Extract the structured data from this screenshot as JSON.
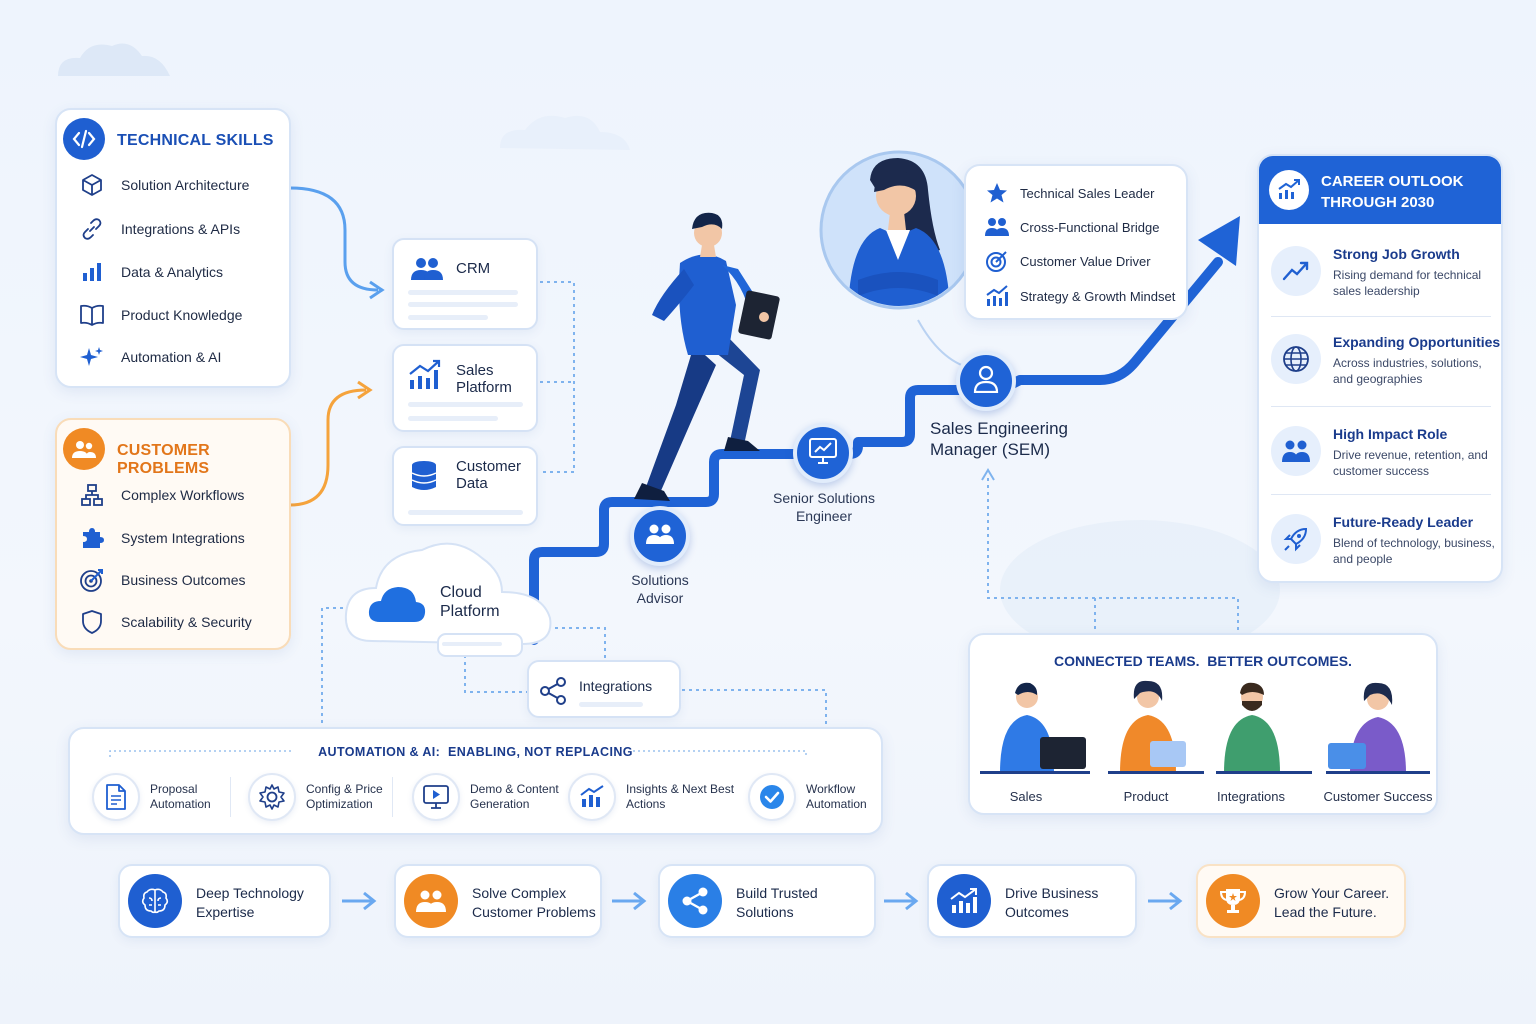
{
  "technical_skills": {
    "title": "TECHNICAL SKILLS",
    "items": [
      {
        "label": "Solution Architecture",
        "icon": "cube-icon"
      },
      {
        "label": "Integrations & APIs",
        "icon": "link-icon"
      },
      {
        "label": "Data & Analytics",
        "icon": "bar-chart-icon"
      },
      {
        "label": "Product Knowledge",
        "icon": "book-icon"
      },
      {
        "label": "Automation & AI",
        "icon": "sparkle-icon"
      }
    ]
  },
  "customer_problems": {
    "title": "CUSTOMER PROBLEMS",
    "items": [
      {
        "label": "Complex Workflows",
        "icon": "workflow-icon"
      },
      {
        "label": "System Integrations",
        "icon": "puzzle-icon"
      },
      {
        "label": "Business Outcomes",
        "icon": "target-icon"
      },
      {
        "label": "Scalability & Security",
        "icon": "shield-icon"
      }
    ]
  },
  "platforms": {
    "crm": "CRM",
    "sales_platform": "Sales\nPlatform",
    "customer_data": "Customer\nData",
    "cloud_platform": "Cloud\nPlatform",
    "integrations": "Integrations"
  },
  "career_path": {
    "step1": "Solutions\nAdvisor",
    "step2": "Senior Solutions\nEngineer",
    "step3": "Sales Engineering\nManager (SEM)"
  },
  "role_attributes": [
    {
      "label": "Technical Sales Leader",
      "icon": "star-icon"
    },
    {
      "label": "Cross-Functional Bridge",
      "icon": "people-icon"
    },
    {
      "label": "Customer Value Driver",
      "icon": "target-icon"
    },
    {
      "label": "Strategy & Growth Mindset",
      "icon": "growth-chart-icon"
    }
  ],
  "career_outlook": {
    "title": "CAREER OUTLOOK\nTHROUGH 2030",
    "items": [
      {
        "title": "Strong Job Growth",
        "desc": "Rising demand for technical sales leadership",
        "icon": "trend-up-icon"
      },
      {
        "title": "Expanding Opportunities",
        "desc": "Across industries, solutions, and geographies",
        "icon": "globe-icon"
      },
      {
        "title": "High Impact Role",
        "desc": "Drive revenue, retention, and customer success",
        "icon": "team-icon"
      },
      {
        "title": "Future-Ready Leader",
        "desc": "Blend of technology, business, and people",
        "icon": "rocket-icon"
      }
    ]
  },
  "connected_teams": {
    "title": "CONNECTED TEAMS.  BETTER OUTCOMES.",
    "teams": [
      "Sales",
      "Product",
      "Integrations",
      "Customer Success"
    ]
  },
  "automation": {
    "title": "AUTOMATION & AI:  ENABLING, NOT REPLACING",
    "items": [
      {
        "label": "Proposal\nAutomation",
        "icon": "document-icon"
      },
      {
        "label": "Config & Price\nOptimization",
        "icon": "gear-icon"
      },
      {
        "label": "Demo & Content\nGeneration",
        "icon": "play-screen-icon"
      },
      {
        "label": "Insights & Next Best\nActions",
        "icon": "chart-icon"
      },
      {
        "label": "Workflow\nAutomation",
        "icon": "check-icon"
      }
    ]
  },
  "flow": [
    {
      "label": "Deep Technology\nExpertise",
      "icon": "brain-icon",
      "color": "#1f5fd1"
    },
    {
      "label": "Solve Complex\nCustomer Problems",
      "icon": "people-icon",
      "color": "#f08a24"
    },
    {
      "label": "Build Trusted\nSolutions",
      "icon": "share-icon",
      "color": "#2a7fe6"
    },
    {
      "label": "Drive Business\nOutcomes",
      "icon": "growth-chart-icon",
      "color": "#1f5fd1"
    },
    {
      "label": "Grow Your Career.\nLead the Future.",
      "icon": "trophy-icon",
      "color": "#f08a24"
    }
  ],
  "colors": {
    "blue": "#1f63d6",
    "orange": "#f08a24",
    "light_blue": "#6aa8f0"
  }
}
